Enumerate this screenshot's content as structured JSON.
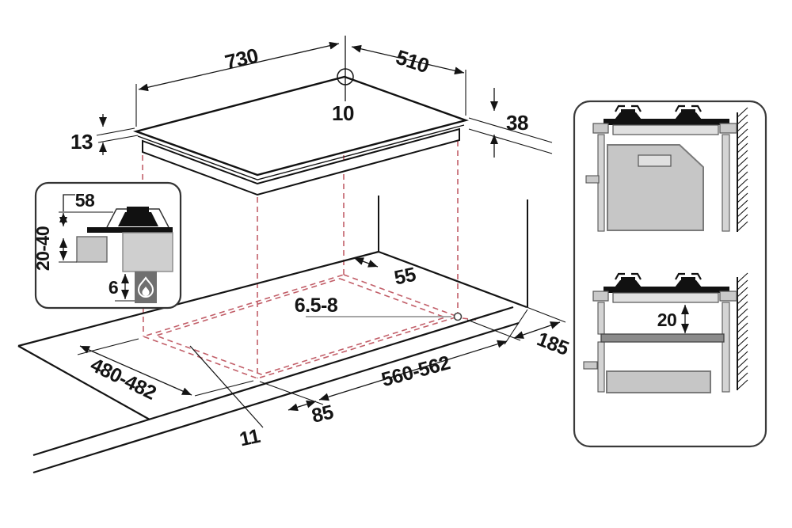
{
  "dims": {
    "hob_width": "730",
    "hob_depth": "510",
    "hole_offset": "10",
    "glass_thickness": "13",
    "hob_height": "38",
    "burner_height": "58",
    "worktop_thickness": "20-40",
    "bottom_gap": "6",
    "back_clearance": "55",
    "hole_diameter": "6.5-8",
    "cutout_depth": "480-482",
    "cutout_width": "560-562",
    "side_offset": "85",
    "front_overhang": "11",
    "right_clearance": "185",
    "shelf_gap": "20"
  },
  "colors": {
    "dashed_red": "#c25f69",
    "line": "#141414",
    "gray_light": "#c9c9c9",
    "gray_body": "#c6c6c6",
    "gray_dark": "#6f6f6f",
    "shelf_gray": "#8b8b8b"
  },
  "icons": {
    "flame": "flame-icon",
    "wall_hatch": "wall-hatch",
    "burner": "burner-profile"
  }
}
